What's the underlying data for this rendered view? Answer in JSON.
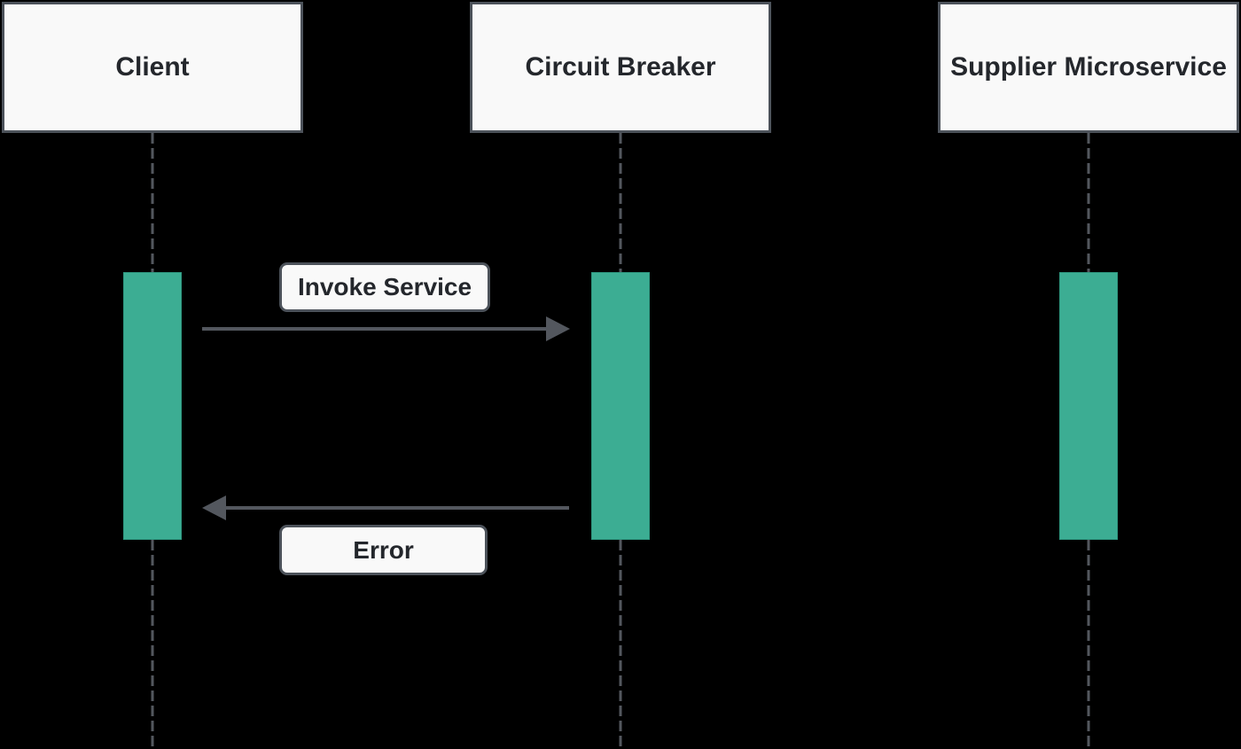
{
  "diagram": {
    "type": "sequence",
    "participants": [
      {
        "id": "client",
        "label": "Client"
      },
      {
        "id": "circuit-breaker",
        "label": "Circuit Breaker"
      },
      {
        "id": "supplier-microservice",
        "label": "Supplier Microservice"
      }
    ],
    "messages": [
      {
        "from": "Client",
        "to": "Circuit Breaker",
        "label": "Invoke Service",
        "direction": "right",
        "style": "solid"
      },
      {
        "from": "Circuit Breaker",
        "to": "Client",
        "label": "Error",
        "direction": "left",
        "style": "solid"
      }
    ],
    "activations": [
      {
        "participant": "Client"
      },
      {
        "participant": "Circuit Breaker"
      },
      {
        "participant": "Supplier Microservice"
      }
    ]
  },
  "colors": {
    "background": "#000000",
    "participant_fill": "#F9F9F9",
    "participant_border": "#4C525A",
    "activation_fill": "#3CAD93",
    "activation_border": "#2F9A82",
    "line": "#53575E",
    "text": "#24272C",
    "label_fill": "#F9F9F9"
  }
}
